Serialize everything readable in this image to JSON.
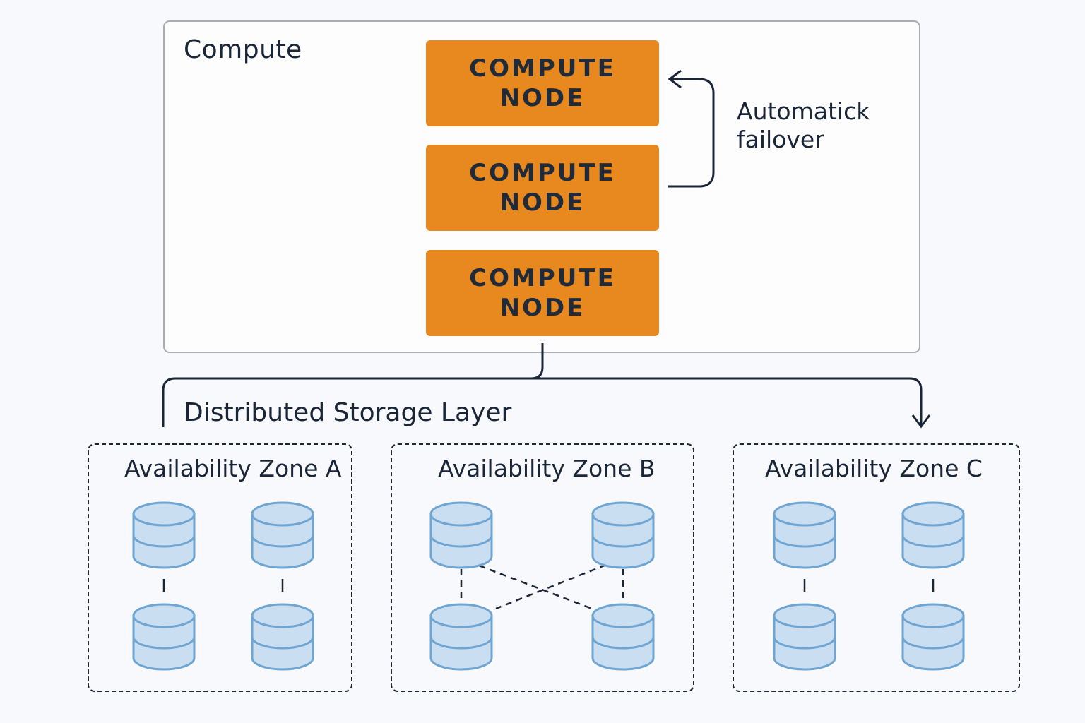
{
  "compute": {
    "title": "Compute",
    "nodes": [
      {
        "line1": "COMPUTE",
        "line2": "NODE"
      },
      {
        "line1": "COMPUTE",
        "line2": "NODE"
      },
      {
        "line1": "COMPUTE",
        "line2": "NODE"
      }
    ],
    "failover_label_line1": "Automatick",
    "failover_label_line2": "failover"
  },
  "storage": {
    "title": "Distributed Storage Layer",
    "zones": [
      {
        "title": "Availability Zone A",
        "databases": 4,
        "link_style": "solid-vertical"
      },
      {
        "title": "Availability Zone B",
        "databases": 4,
        "link_style": "dashed-mesh"
      },
      {
        "title": "Availability Zone C",
        "databases": 4,
        "link_style": "solid-vertical"
      }
    ]
  },
  "colors": {
    "node_fill": "#e8891f",
    "db_fill": "#c9def0",
    "db_stroke": "#6fa5d2",
    "line": "#1a2638"
  }
}
